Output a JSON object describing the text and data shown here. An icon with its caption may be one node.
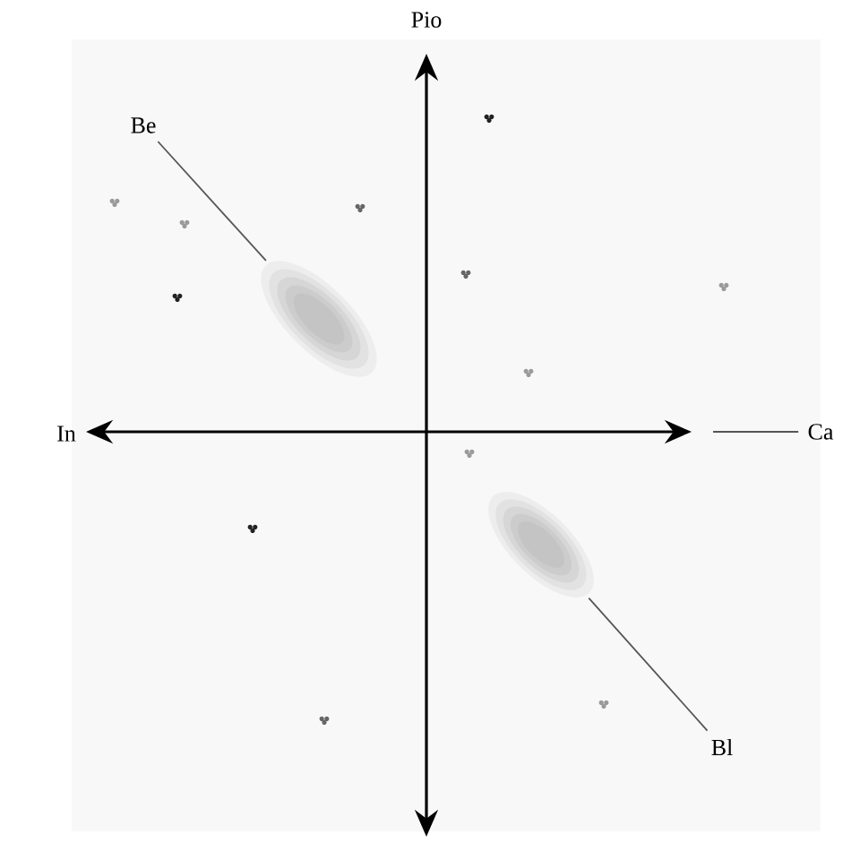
{
  "diagram": {
    "nodes": [
      {
        "text": [
          "Be"
        ]
      },
      {
        "text": [],
        "shape": "ellipse"
      },
      {
        "text": [
          "Ca"
        ]
      },
      {
        "text": [],
        "shape": "ellipse"
      },
      {
        "text": [
          "Bl"
        ]
      }
    ],
    "edges": [
      {
        "from": 0,
        "to": 1,
        "arrow": "none"
      },
      {
        "from": 2,
        "to": null,
        "arrow": "none"
      },
      {
        "from": 4,
        "to": 3,
        "arrow": "none"
      }
    ],
    "labels": [
      "Pio",
      "In"
    ]
  }
}
